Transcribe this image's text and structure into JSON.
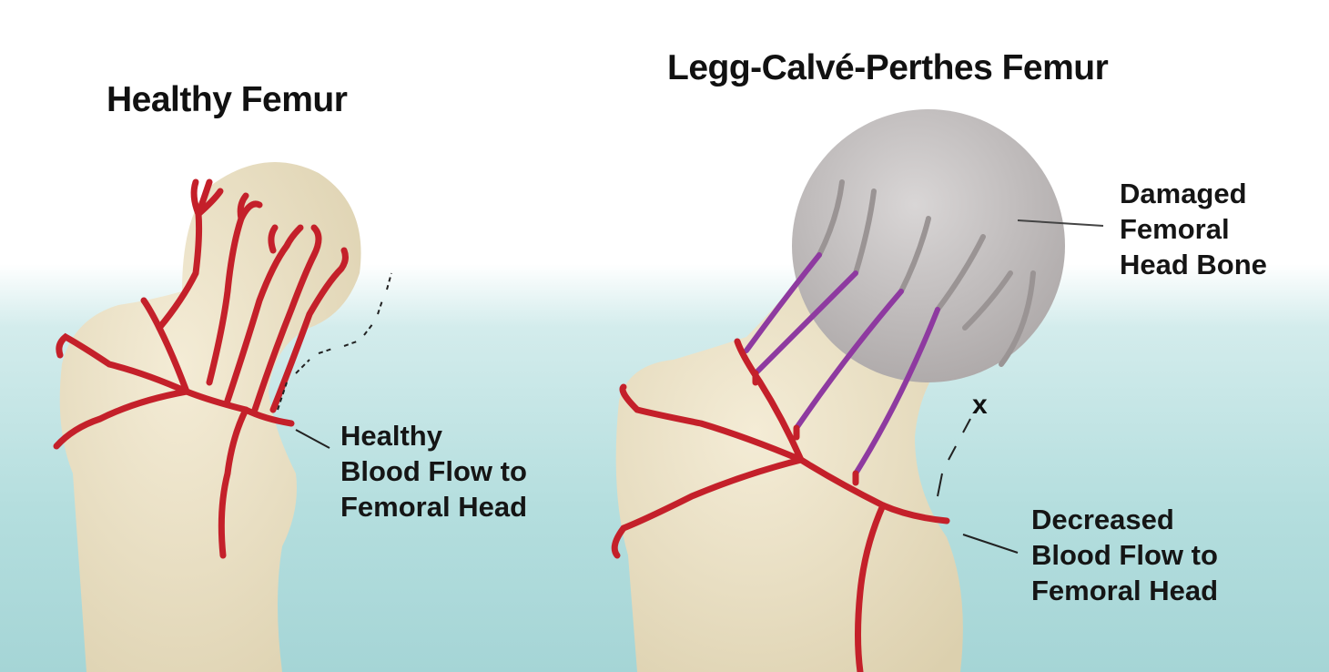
{
  "healthy": {
    "title": "Healthy Femur",
    "label_lines": [
      "Healthy",
      "Blood Flow to",
      "Femoral Head"
    ]
  },
  "perthes": {
    "title": "Legg-Calvé-Perthes Femur",
    "damaged_label_lines": [
      "Damaged",
      "Femoral",
      "Head Bone"
    ],
    "flow_label_lines": [
      "Decreased",
      "Blood Flow to",
      "Femoral Head"
    ],
    "blocked_marker": "x"
  },
  "colors": {
    "bone": "#ece2c5",
    "damaged_bone": "#c9c5c5",
    "artery": "#c4202a",
    "damaged_vessel": "#8e3aa0",
    "background_bottom": "#a5d5d6"
  }
}
